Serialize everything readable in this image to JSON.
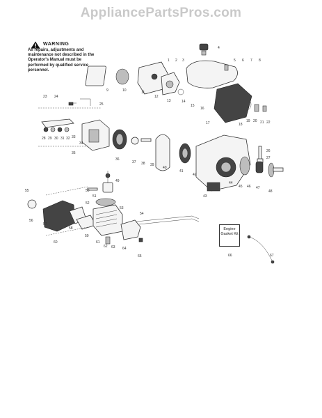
{
  "watermark": "AppliancePartsPros.com",
  "warning": {
    "title": "WARNING",
    "body": "All repairs, adjustments and maintenance not described in the Operator's Manual must be performed by qualified service personnel."
  },
  "kit_box": {
    "label": "Engine Gasket Kit"
  },
  "callouts": [
    "1",
    "2",
    "3",
    "4",
    "5",
    "6",
    "7",
    "8",
    "9",
    "10",
    "11",
    "12",
    "13",
    "14",
    "15",
    "16",
    "17",
    "18",
    "19",
    "20",
    "21",
    "22",
    "23",
    "24",
    "25",
    "26",
    "27",
    "28",
    "29",
    "30",
    "31",
    "32",
    "33",
    "34",
    "35",
    "36",
    "37",
    "38",
    "39",
    "40",
    "41",
    "42",
    "43",
    "44",
    "45",
    "46",
    "47",
    "48",
    "49",
    "50",
    "51",
    "52",
    "53",
    "54",
    "55",
    "56",
    "57",
    "58",
    "59",
    "60",
    "61",
    "62",
    "63",
    "64",
    "65",
    "66",
    "67"
  ]
}
